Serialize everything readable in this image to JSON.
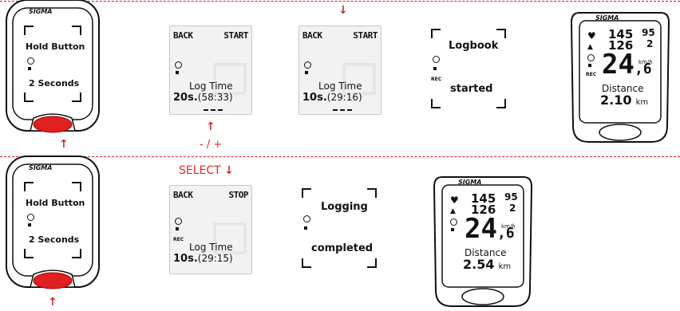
{
  "brand": "SIGMA",
  "labels": {
    "pm": "- / +",
    "select": "SELECT"
  },
  "hold": {
    "line1": "Hold Button",
    "line2": "2 Seconds"
  },
  "screens": {
    "back": "BACK",
    "start": "START",
    "stop": "STOP",
    "log_time": "Log Time",
    "lt1_val": "20s.",
    "lt1_paren": "(58:33)",
    "lt2_val": "10s.",
    "lt2_paren": "(29:16)",
    "lt3_val": "10s.",
    "lt3_paren": "(29:15)",
    "logbook": "Logbook",
    "started": "started",
    "logging": "Logging",
    "completed": "completed",
    "rec": "REC"
  },
  "computers": [
    {
      "top_left": "145",
      "top_right": "95",
      "mid_left": "126",
      "mid_right": "2",
      "speed": "24",
      "speed_dec": ",6",
      "unit_speed": "km/h",
      "dist_label": "Distance",
      "dist_value": "2.10",
      "unit_dist": "km"
    },
    {
      "top_left": "145",
      "top_right": "95",
      "mid_left": "126",
      "mid_right": "2",
      "speed": "24",
      "speed_dec": ",6",
      "unit_speed": "km/h",
      "dist_label": "Distance",
      "dist_value": "2.54",
      "unit_dist": "km"
    }
  ]
}
